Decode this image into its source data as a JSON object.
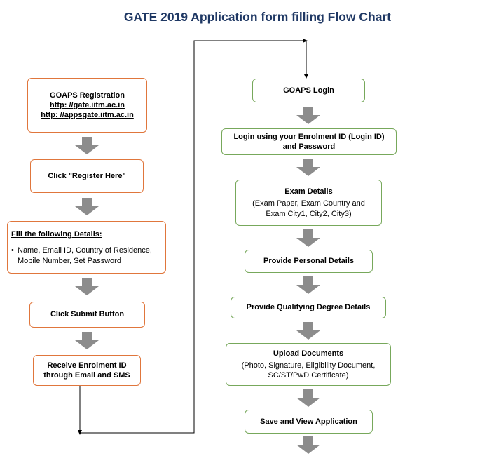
{
  "title": "GATE 2019 Application form filling Flow Chart",
  "left_column": {
    "registration": {
      "heading": "GOAPS Registration",
      "link1": "http: //gate.iitm.ac.in",
      "link2": "http: //appsgate.iitm.ac.in"
    },
    "register_here": "Click \"Register Here\"",
    "fill_details": {
      "heading": "Fill the following Details:",
      "bullet": "•",
      "item_line1": "Name, Email ID, Country of Residence,",
      "item_line2": "Mobile Number, Set Password"
    },
    "submit": "Click Submit Button",
    "receive": {
      "line1": "Receive Enrolment ID",
      "line2": "through Email and SMS"
    }
  },
  "right_column": {
    "login": "GOAPS Login",
    "login_using": {
      "line1": "Login using your Enrolment ID (Login ID)",
      "line2": "and Password"
    },
    "exam_details": {
      "heading": "Exam Details",
      "line1": "(Exam Paper, Exam Country and",
      "line2": "Exam City1, City2, City3)"
    },
    "personal": "Provide Personal Details",
    "qualifying": "Provide Qualifying Degree Details",
    "upload": {
      "heading": "Upload Documents",
      "line1": "(Photo, Signature, Eligibility Document,",
      "line2": "SC/ST/PwD Certificate)"
    },
    "save_view": "Save and View Application"
  },
  "colors": {
    "title": "#1f3864",
    "left_border": "#e0763c",
    "right_border": "#77a85b",
    "arrow_fill": "#8c8c8c"
  }
}
